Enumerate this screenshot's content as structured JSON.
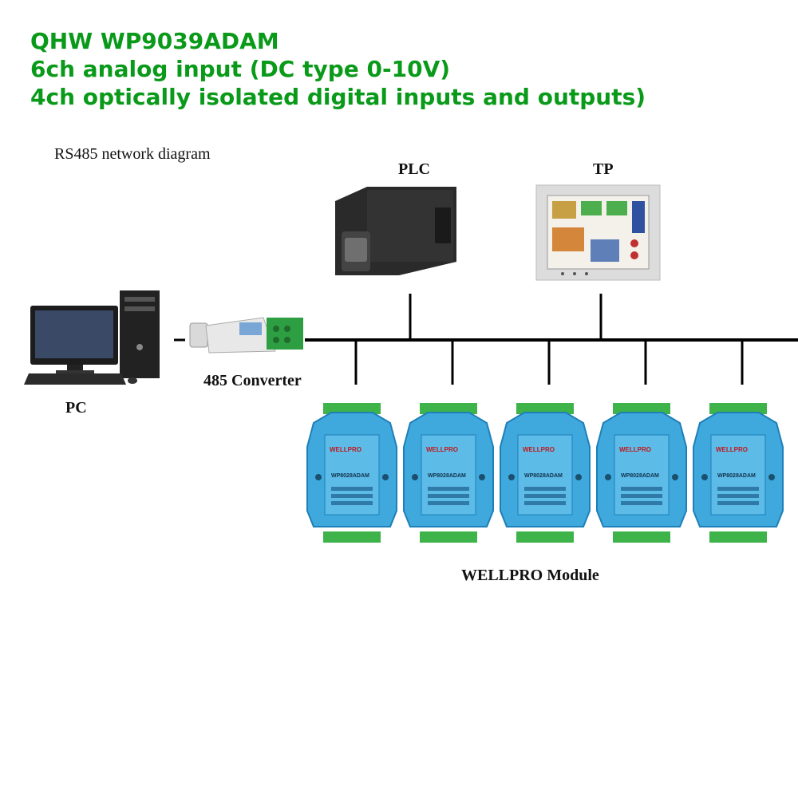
{
  "title": {
    "color": "#0a9a1a",
    "lines": [
      "QHW WP9039ADAM",
      "6ch analog input (DC type 0-10V)",
      "4ch optically isolated digital inputs and outputs)"
    ]
  },
  "diagram_caption": "RS485 network diagram",
  "devices": {
    "plc": {
      "label": "PLC",
      "icon": "plc-device-icon"
    },
    "tp": {
      "label": "TP",
      "icon": "touch-panel-icon"
    },
    "pc": {
      "label": "PC",
      "icon": "desktop-computer-icon"
    },
    "converter": {
      "label": "485 Converter",
      "icon": "rs485-converter-icon"
    }
  },
  "modules": {
    "label": "WELLPRO Module",
    "brand": "WELLPRO",
    "model": "WP8028ADAM",
    "count": 5,
    "colors": {
      "body": "#3fa9dd",
      "body_dark": "#1f7fb8",
      "terminal": "#3db34a"
    }
  },
  "colors": {
    "bus": "#000000",
    "dark_device": "#2a2a2a"
  }
}
